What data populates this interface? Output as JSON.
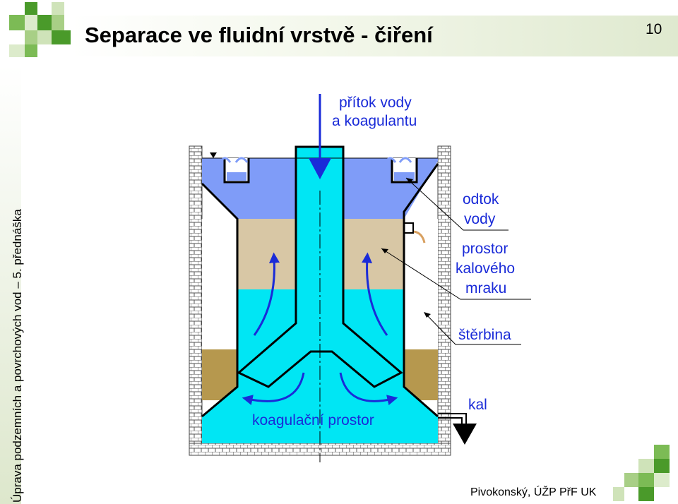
{
  "header": {
    "title": "Separace ve fluidní vrstvě - čiření",
    "slide_number": "10"
  },
  "side": {
    "caption": "Úprava podzemních a povrchových vod – 5. přednáška"
  },
  "footer": {
    "author": "Pivokonský, ÚŽP PřF UK"
  },
  "diagram": {
    "labels": {
      "inflow_line1": "přítok vody",
      "inflow_line2": "a koagulantu",
      "outflow_line1": "odtok",
      "outflow_line2": "vody",
      "sludge_line1": "prostor",
      "sludge_line2": "kalového",
      "sludge_line3": "mraku",
      "slot": "štěrbina",
      "sludge": "kal",
      "coagulation": "koagulační prostor"
    },
    "colors": {
      "clear_water": "#7f9cf8",
      "sludge_blanket": "#d8c7a5",
      "coagulation_water": "#00e6f4",
      "sludge_deposit": "#b6984e",
      "arrows": "#1a2bd8",
      "brand_green_dark": "#4a9a2a",
      "brand_green_light": "#b9d79c"
    }
  }
}
